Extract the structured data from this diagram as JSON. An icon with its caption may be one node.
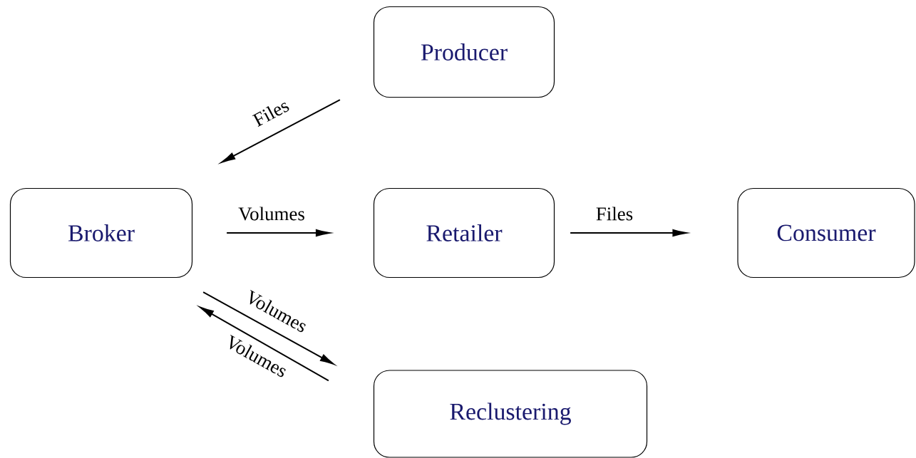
{
  "diagram": {
    "nodes": [
      {
        "text": [
          "Producer"
        ]
      },
      {
        "text": [
          "Broker"
        ]
      },
      {
        "text": [
          "Retailer"
        ]
      },
      {
        "text": [
          "Consumer"
        ]
      },
      {
        "text": [
          "Reclustering"
        ]
      }
    ],
    "edges": [
      {
        "from": 0,
        "to": 1,
        "arrow": "to",
        "label": "Files"
      },
      {
        "from": 1,
        "to": 2,
        "arrow": "to",
        "label": "Volumes"
      },
      {
        "from": 2,
        "to": 3,
        "arrow": "to",
        "label": "Files"
      },
      {
        "from": 1,
        "to": 4,
        "arrow": "to",
        "label": "Volumes"
      },
      {
        "from": 4,
        "to": 1,
        "arrow": "to",
        "label": "Volumes"
      }
    ]
  }
}
